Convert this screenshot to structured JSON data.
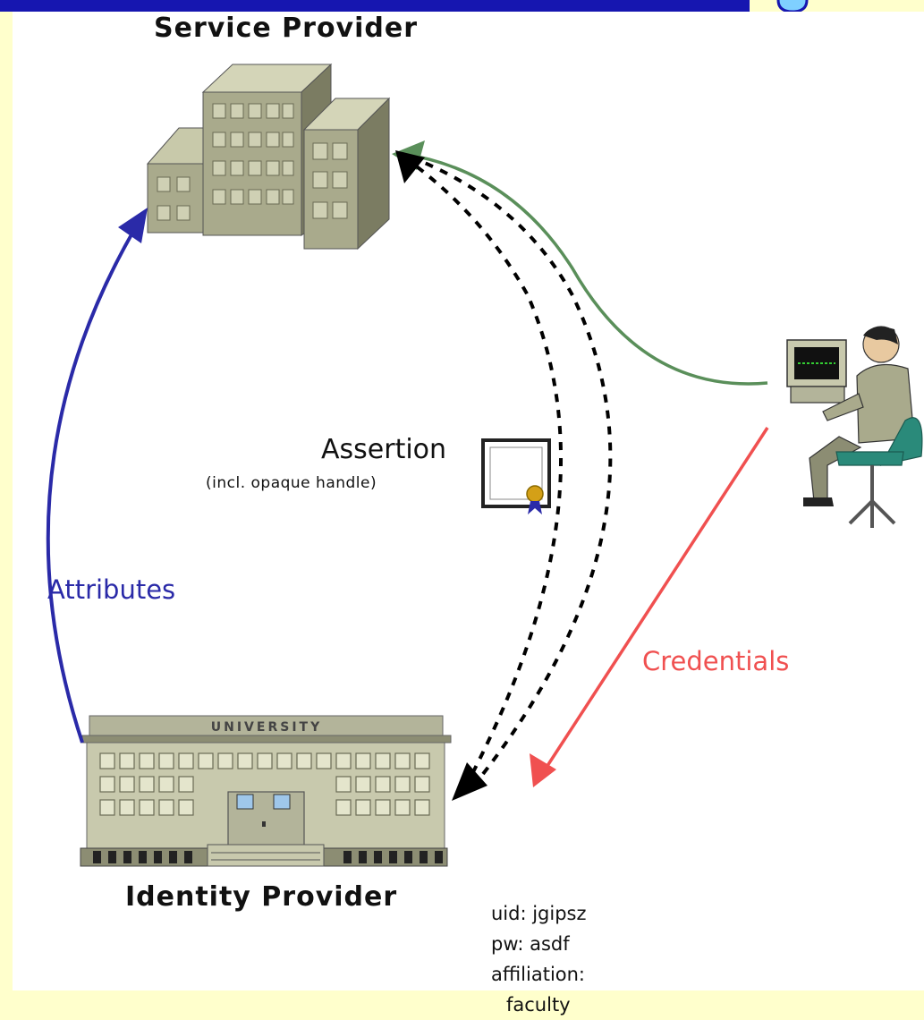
{
  "service_provider": {
    "title": "Service Provider"
  },
  "identity_provider": {
    "title": "Identity Provider",
    "sign_text": "UNIVERSITY"
  },
  "assertion": {
    "title": "Assertion",
    "subtitle": "(incl. opaque handle)"
  },
  "attributes_label": "Attributes",
  "credentials_label": "Credentials",
  "credentials_list": {
    "uid": "uid: jgipsz",
    "pw": "pw: asdf",
    "affiliation": "affiliation:",
    "affiliation_value": "faculty"
  },
  "colors": {
    "attributes_arrow": "#2a2aa8",
    "credentials_arrow": "#f05050",
    "user_arrow": "#5a8f5a",
    "assertion_arrows": "#000000",
    "header_bar": "#1616b0",
    "side_strip": "#ffffcc"
  }
}
